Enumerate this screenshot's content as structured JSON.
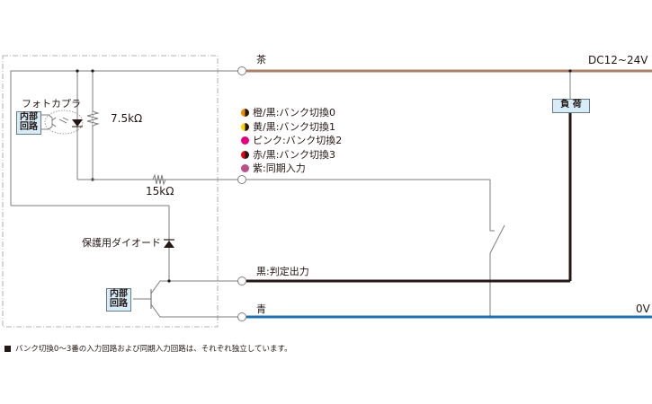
{
  "wires": {
    "brown": {
      "label": "茶",
      "color": "#a8826a"
    },
    "black_output": {
      "label": "黒:判定出力",
      "color": "#231815"
    },
    "blue": {
      "label": "青",
      "color": "#1f6fad"
    },
    "signal_color": "#7d7d7d"
  },
  "supply": {
    "positive_label": "DC12~24V",
    "zero_label": "0V"
  },
  "load": {
    "label": "負 荷",
    "fill": "#d6ecf8"
  },
  "internal": {
    "photocoupler_label": "フォトカプラ",
    "internal_circuit_top": "内部\n回路",
    "internal_circuit_top_l1": "内部",
    "internal_circuit_top_l2": "回路",
    "internal_circuit_bottom_l1": "内部",
    "internal_circuit_bottom_l2": "回路",
    "resistor_1": "7.5kΩ",
    "resistor_2": "15kΩ",
    "diode_label": "保護用ダイオード"
  },
  "legend": [
    {
      "label": "橙/黒:バンク切換0",
      "color_left": "#f08c00",
      "color_right": "#231815"
    },
    {
      "label": "黄/黒:バンク切換1",
      "color_left": "#ffd200",
      "color_right": "#231815"
    },
    {
      "label": "ピンク:バンク切換2",
      "color_left": "#e4007f",
      "color_right": "#e4007f"
    },
    {
      "label": "赤/黒:バンク切換3",
      "color_left": "#e60012",
      "color_right": "#231815"
    },
    {
      "label": "紫:同期入力",
      "color_left": "#b8508a",
      "color_right": "#b8508a"
    }
  ],
  "footnote": "バンク切換0～3番の入力回路および同期入力回路は、それぞれ独立しています。"
}
